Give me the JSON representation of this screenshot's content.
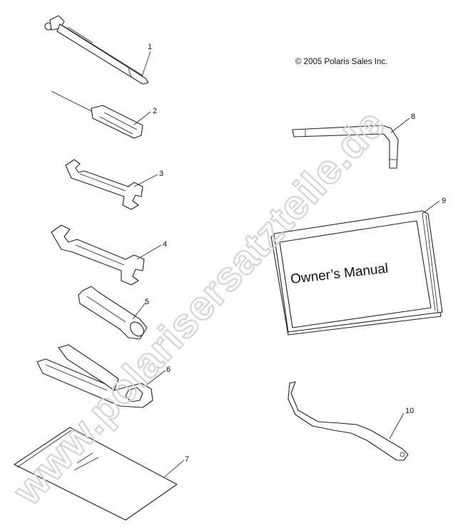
{
  "copyright": "© 2005 Polaris Sales Inc.",
  "watermark": "www.polarisersatzteile.de",
  "manual": {
    "title": "Owner’s Manual"
  },
  "callouts": [
    "1",
    "2",
    "3",
    "4",
    "5",
    "6",
    "7",
    "8",
    "9",
    "10"
  ],
  "parts": [
    {
      "number": "1",
      "icon": "tire-pressure-gauge-icon"
    },
    {
      "number": "2",
      "icon": "screwdriver-icon"
    },
    {
      "number": "3",
      "icon": "small-open-end-wrench-icon"
    },
    {
      "number": "4",
      "icon": "large-open-end-wrench-icon"
    },
    {
      "number": "5",
      "icon": "spark-plug-socket-icon"
    },
    {
      "number": "6",
      "icon": "tool-holder-icon"
    },
    {
      "number": "7",
      "icon": "tool-bag-icon"
    },
    {
      "number": "8",
      "icon": "hex-key-icon"
    },
    {
      "number": "9",
      "icon": "owners-manual-icon"
    },
    {
      "number": "10",
      "icon": "spanner-wrench-icon"
    }
  ]
}
